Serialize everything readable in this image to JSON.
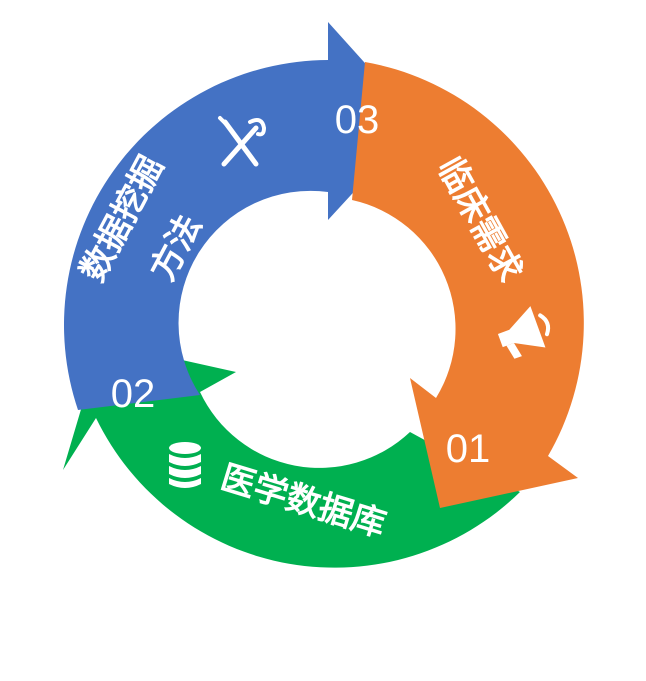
{
  "colors": {
    "orange": "#ED7D31",
    "green": "#00B050",
    "blue": "#4472C4",
    "text": "#FFFFFF",
    "background": "#FFFFFF"
  },
  "segments": [
    {
      "number": "01",
      "label": "临床需求",
      "color": "#ED7D31",
      "icon": "megaphone-icon"
    },
    {
      "number": "02",
      "label": "医学数据库",
      "color": "#00B050",
      "icon": "database-icon"
    },
    {
      "number": "03",
      "label_line1": "数据挖掘",
      "label_line2": "方法",
      "color": "#4472C4",
      "icon": "tools-icon"
    }
  ]
}
